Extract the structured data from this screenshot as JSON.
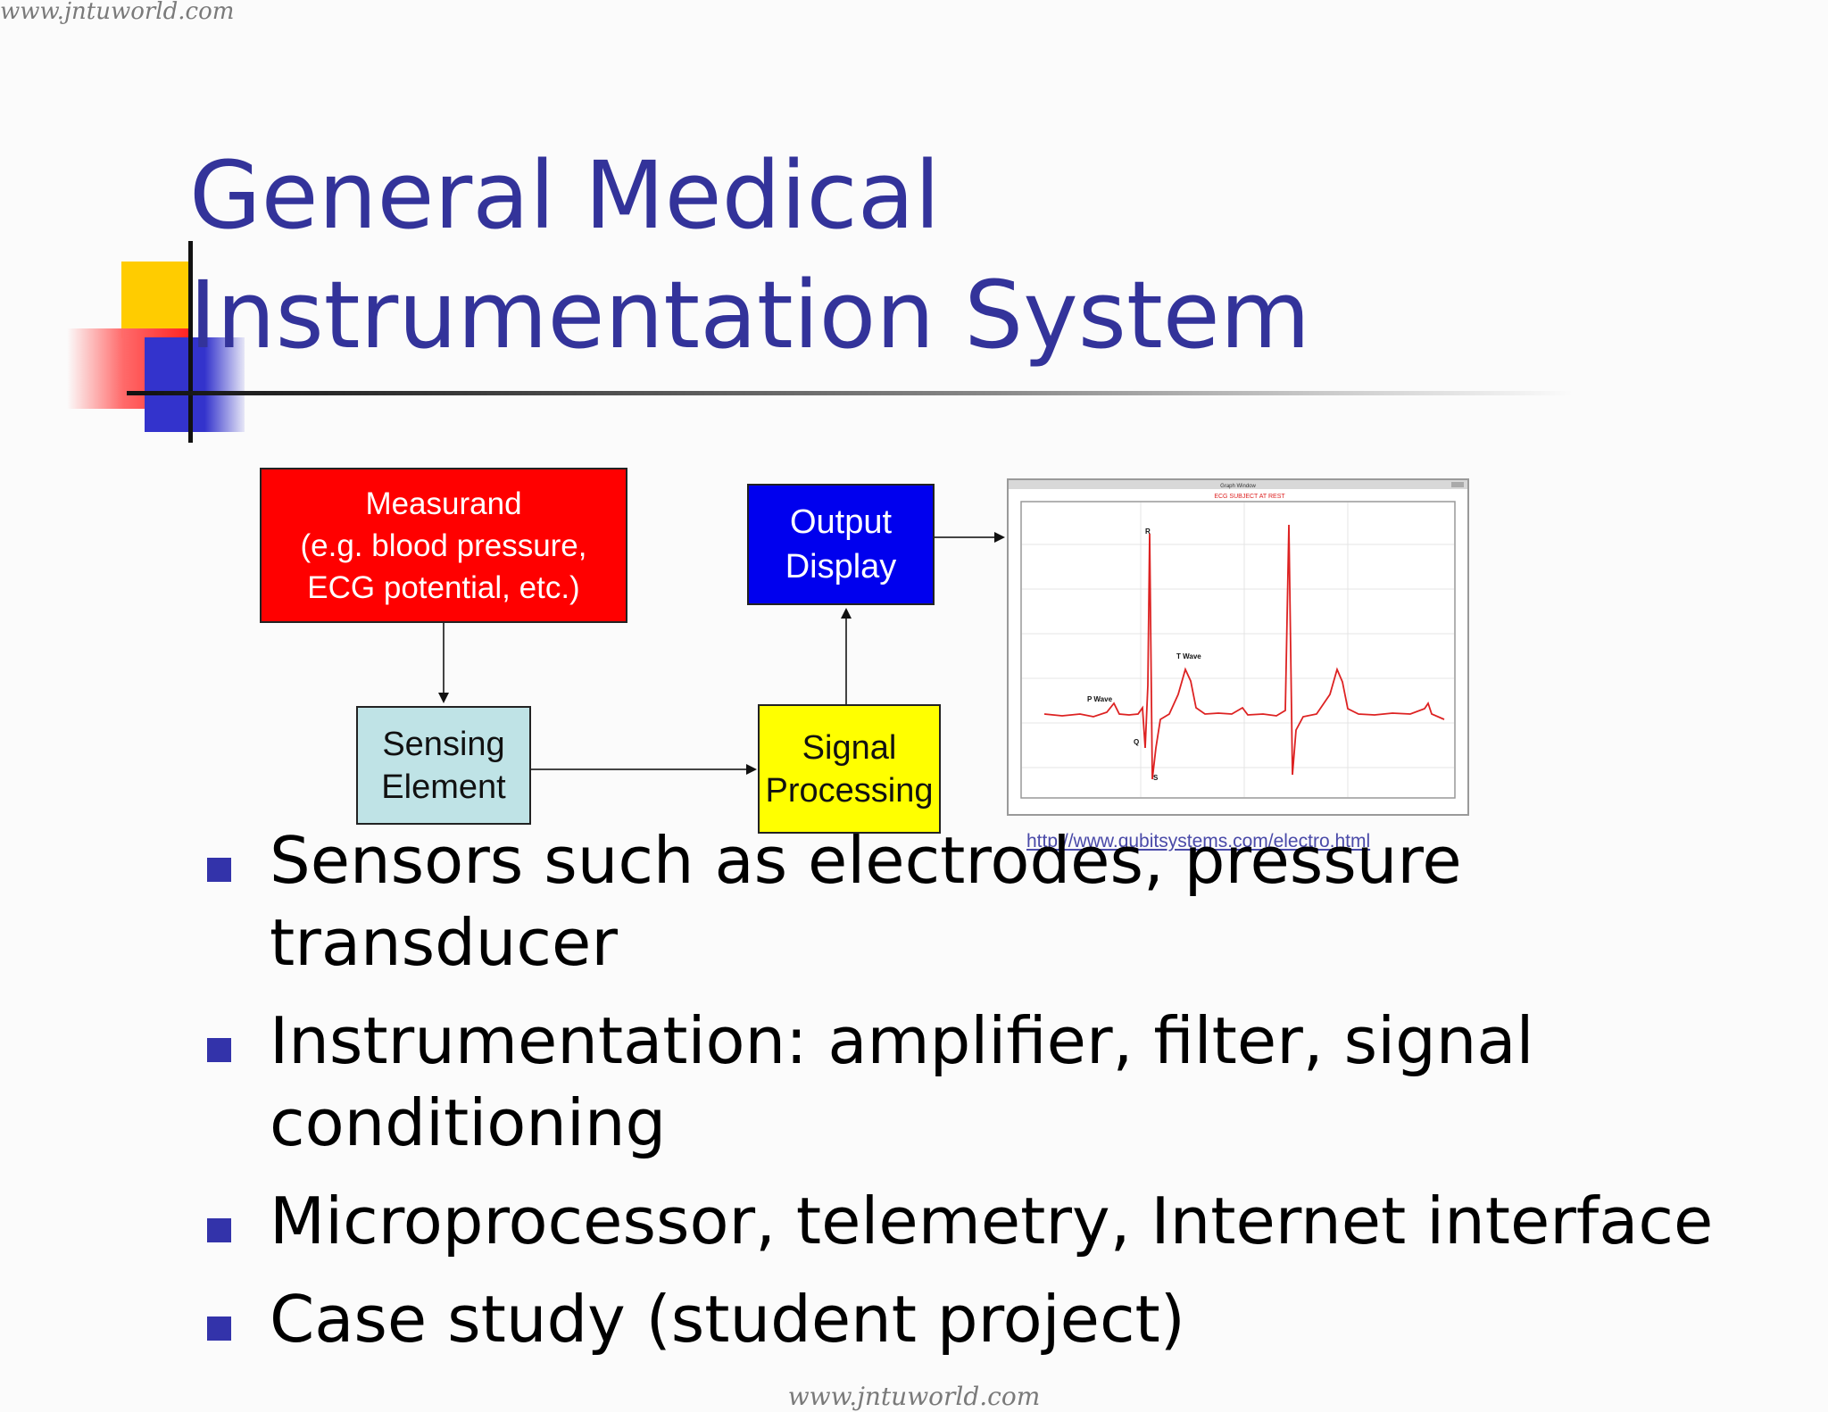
{
  "watermark": {
    "top": "www.jntuworld.com",
    "bottom": "www.jntuworld.com"
  },
  "title": "General Medical Instrumentation System",
  "diagram": {
    "measurand": {
      "line1": "Measurand",
      "line2": "(e.g. blood pressure,",
      "line3": "ECG potential, etc.)"
    },
    "output": {
      "line1": "Output",
      "line2": "Display"
    },
    "sensing": {
      "line1": "Sensing",
      "line2": "Element"
    },
    "signal": {
      "line1": "Signal",
      "line2": "Processing"
    },
    "ecg": {
      "window_title": "Graph Window",
      "header": "ECG SUBJECT AT REST",
      "labels": {
        "p": "P Wave",
        "q": "Q",
        "r": "R",
        "s": "S",
        "t": "T Wave"
      },
      "url": "http://www.qubitsystems.com/electro.html"
    }
  },
  "bullets": [
    "Sensors such as electrodes, pressure transducer",
    "Instrumentation: amplifier, filter, signal conditioning",
    "Microprocessor, telemetry, Internet interface",
    "Case study (student project)"
  ],
  "colors": {
    "title": "#33339a",
    "bullet": "#3333aa",
    "measurand": "#ff0000",
    "output": "#0000ee",
    "sensing": "#bfe3e6",
    "signal": "#ffff00",
    "ecg_trace": "#dd2222"
  }
}
